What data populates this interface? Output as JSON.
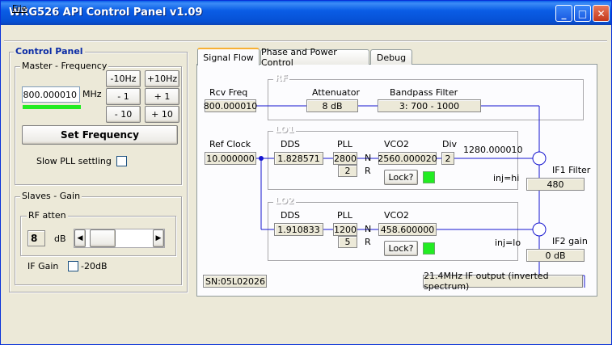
{
  "window": {
    "title": "WRG526 API Control Panel v1.09",
    "minimize_glyph": "_",
    "maximize_glyph": "□",
    "close_glyph": "✕",
    "accent_color": "#0a5de6",
    "close_color": "#c4381a"
  },
  "menu": {
    "file_label": "File"
  },
  "control_panel": {
    "title": "Control Panel",
    "master_freq": {
      "group_label": "Master - Frequency",
      "freq_value": "800.000010",
      "freq_unit": "MHz",
      "buttons": {
        "minus10hz": "-10Hz",
        "plus10hz": "+10Hz",
        "minus1": "- 1",
        "plus1": "+ 1",
        "minus10": "- 10",
        "plus10": "+ 10"
      },
      "set_frequency_label": "Set Frequency",
      "slow_pll_label": "Slow PLL settling",
      "status_color": "#22ec22"
    },
    "slaves_gain": {
      "group_label": "Slaves - Gain",
      "rf_atten_label": "RF atten",
      "rf_atten_value": "8",
      "rf_atten_unit": "dB",
      "rf_atten_level": 0.1,
      "if_gain_label": "IF Gain",
      "if_gain_option": "-20dB"
    }
  },
  "tabs": [
    {
      "label": "Signal Flow",
      "active": true
    },
    {
      "label": "Phase and Power Control",
      "active": false
    },
    {
      "label": "Debug",
      "active": false
    }
  ],
  "signal_flow": {
    "rf": {
      "group_label": "RF",
      "rcv_freq_label": "Rcv Freq",
      "rcv_freq_value": "800.000010",
      "attenuator_label": "Attenuator",
      "attenuator_value": "8 dB",
      "bpf_label": "Bandpass Filter",
      "bpf_value": "3: 700 - 1000"
    },
    "ref_clock_label": "Ref Clock",
    "ref_clock_value": "10.000000",
    "lo1": {
      "group_label": "LO1",
      "dds_label": "DDS",
      "dds_value": "1.828571",
      "pll_label": "PLL",
      "pll_n_value": "2800",
      "pll_r_value": "2",
      "n_label": "N",
      "r_label": "R",
      "vco_label": "VCO2",
      "vco_value": "2560.000020",
      "div_label": "Div",
      "div_value": "2",
      "out_freq": "1280.000010",
      "lock_label": "Lock?",
      "injection": "inj=hi"
    },
    "lo2": {
      "group_label": "LO2",
      "dds_label": "DDS",
      "dds_value": "1.910833",
      "pll_label": "PLL",
      "pll_n_value": "1200",
      "pll_r_value": "5",
      "n_label": "N",
      "r_label": "R",
      "vco_label": "VCO2",
      "vco_value": "458.600000",
      "lock_label": "Lock?",
      "injection": "inj=lo"
    },
    "if1_filter_label": "IF1 Filter",
    "if1_filter_value": "480",
    "if2_gain_label": "IF2 gain",
    "if2_gain_value": "0 dB",
    "serial_number": "SN:05L02026",
    "if_output": "21.4MHz IF output (inverted spectrum)",
    "lock_color": "#22ec22",
    "line_color": "#1515d0"
  }
}
